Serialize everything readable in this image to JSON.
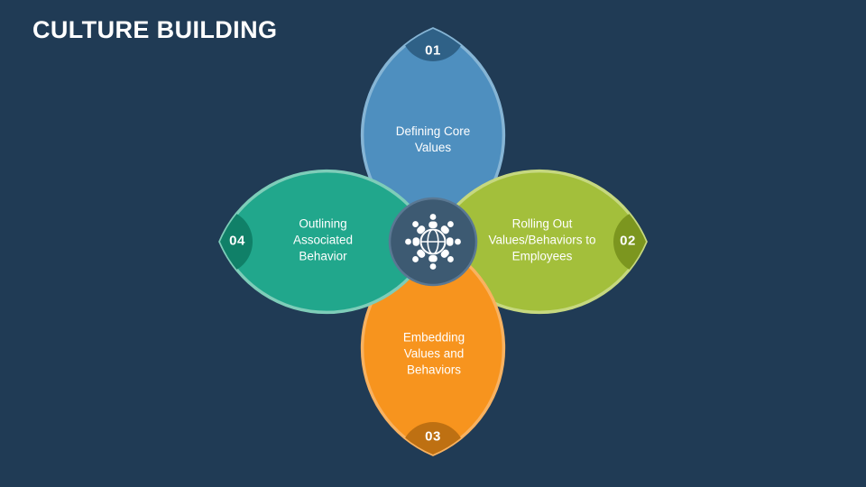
{
  "slide": {
    "title": "CULTURE BUILDING",
    "background_color": "#203B55"
  },
  "center": {
    "icon": "globe-people-icon",
    "fill": "#3D5A72",
    "stroke": "#5A7893"
  },
  "petals": [
    {
      "position": "top",
      "number": "01",
      "label": "Defining Core Values",
      "fill": "#4E8FBF",
      "stroke": "#86B5D5",
      "badge": "#2F6187"
    },
    {
      "position": "right",
      "number": "02",
      "label": "Rolling Out Values/Behaviors to Employees",
      "fill": "#A3BF3B",
      "stroke": "#C6D87F",
      "badge": "#7C961F"
    },
    {
      "position": "bottom",
      "number": "03",
      "label": "Embedding Values and Behaviors",
      "fill": "#F7941E",
      "stroke": "#F9B260",
      "badge": "#BE7012"
    },
    {
      "position": "left",
      "number": "04",
      "label": "Outlining Associated Behavior",
      "fill": "#21A78C",
      "stroke": "#7ECDB9",
      "badge": "#108068"
    }
  ]
}
